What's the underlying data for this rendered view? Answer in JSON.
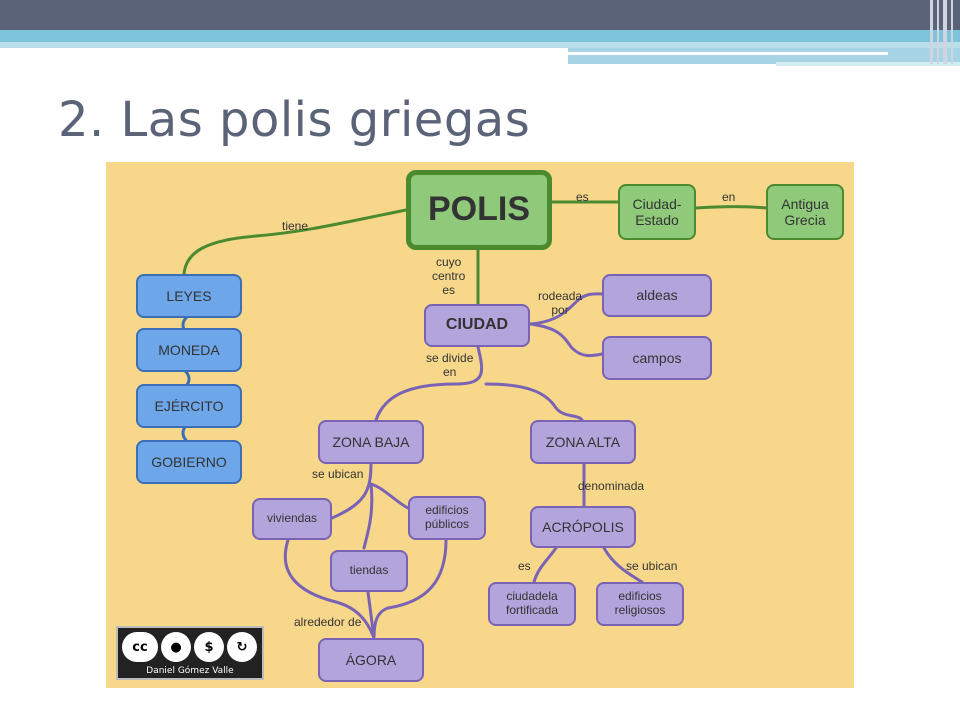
{
  "slide": {
    "title": "2. Las polis griegas"
  },
  "diagram": {
    "nodes": {
      "polis": "POLIS",
      "ciudad_estado": "Ciudad-\nEstado",
      "antigua_grecia": "Antigua\nGrecia",
      "leyes": "LEYES",
      "moneda": "MONEDA",
      "ejercito": "EJÉRCITO",
      "gobierno": "GOBIERNO",
      "ciudad": "CIUDAD",
      "aldeas": "aldeas",
      "campos": "campos",
      "zona_baja": "ZONA BAJA",
      "zona_alta": "ZONA ALTA",
      "viviendas": "viviendas",
      "edificios_publicos": "edificios\npúblicos",
      "tiendas": "tiendas",
      "acropolis": "ACRÓPOLIS",
      "ciudadela": "ciudadela\nfortificada",
      "edificios_religiosos": "edificios\nreligiosos",
      "agora": "ÁGORA"
    },
    "labels": {
      "tiene": "tiene",
      "es": "es",
      "en": "en",
      "cuyo_centro_es": "cuyo\ncentro\nes",
      "rodeada_por": "rodeada\npor",
      "se_divide_en": "se divide\nen",
      "se_ubican_1": "se ubican",
      "denominada": "denominada",
      "es_2": "es",
      "se_ubican_2": "se ubican",
      "alrededor_de": "alrededor de"
    },
    "license": {
      "author": "Daniel Gómez Valle"
    },
    "colors": {
      "background": "#f7d88b",
      "green": "#8fc97a",
      "blue": "#6ea6ea",
      "purple": "#b3a4dc"
    }
  }
}
